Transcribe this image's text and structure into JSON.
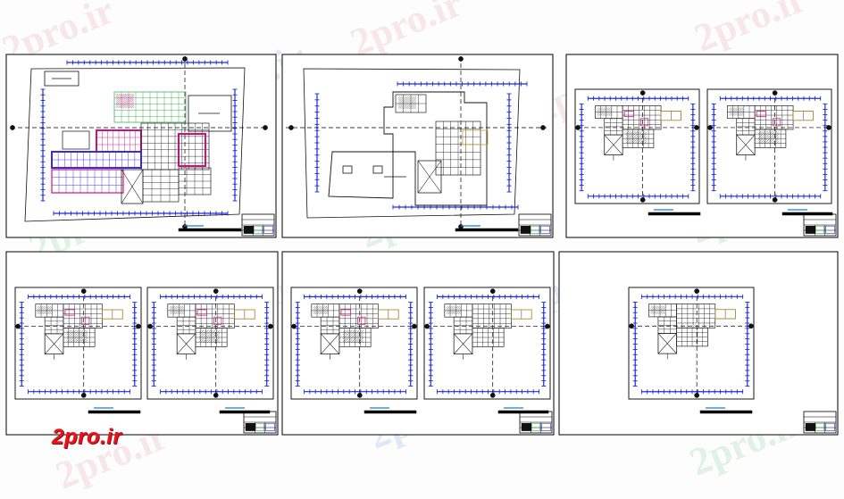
{
  "logo": {
    "text": "2pro.ir",
    "color": "#e8141c"
  },
  "watermark": {
    "text": "2pro.ir"
  },
  "colors": {
    "sheet_border": "#000000",
    "dimension_line": "#1f2bd6",
    "axis_line": "#000000",
    "wall": "#222222",
    "magenta_zone": "#d0107a",
    "green_zone": "#2aa64a",
    "blue_zone": "#3a2bd8",
    "title_bar": "#000000",
    "scale_mark": "#1a7fbf"
  },
  "sheets": [
    {
      "id": "sheet-1",
      "type": "site-plan-detailed",
      "plans": 1
    },
    {
      "id": "sheet-2",
      "type": "site-plan-outline",
      "plans": 1
    },
    {
      "id": "sheet-3",
      "type": "floor-plans",
      "plans": 2
    },
    {
      "id": "sheet-4",
      "type": "floor-plans",
      "plans": 2
    },
    {
      "id": "sheet-5",
      "type": "floor-plans",
      "plans": 2
    },
    {
      "id": "sheet-6",
      "type": "floor-plans",
      "plans": 1
    }
  ]
}
